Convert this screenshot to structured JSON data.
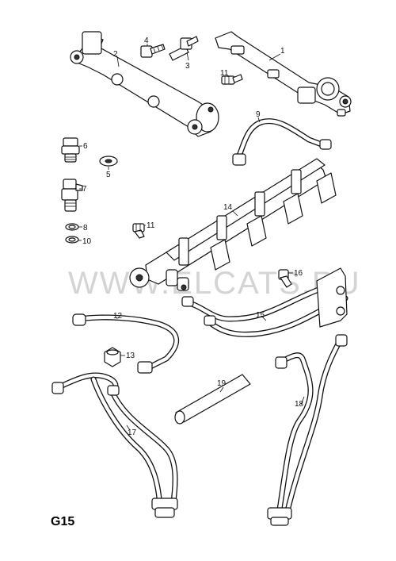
{
  "diagram": {
    "watermark": "WWW.ELCATS.RU",
    "page_code": "G15",
    "callouts": [
      {
        "id": "1",
        "text": "1"
      },
      {
        "id": "2",
        "text": "2"
      },
      {
        "id": "3",
        "text": "3"
      },
      {
        "id": "4",
        "text": "4"
      },
      {
        "id": "5",
        "text": "5"
      },
      {
        "id": "6",
        "text": "6"
      },
      {
        "id": "7",
        "text": "7"
      },
      {
        "id": "8",
        "text": "8"
      },
      {
        "id": "9",
        "text": "9"
      },
      {
        "id": "10",
        "text": "10"
      },
      {
        "id": "11a",
        "text": "11"
      },
      {
        "id": "11b",
        "text": "11"
      },
      {
        "id": "12",
        "text": "12"
      },
      {
        "id": "13",
        "text": "13"
      },
      {
        "id": "14",
        "text": "14"
      },
      {
        "id": "15",
        "text": "15"
      },
      {
        "id": "16",
        "text": "16"
      },
      {
        "id": "17",
        "text": "17"
      },
      {
        "id": "18",
        "text": "18"
      },
      {
        "id": "19",
        "text": "19"
      }
    ]
  }
}
